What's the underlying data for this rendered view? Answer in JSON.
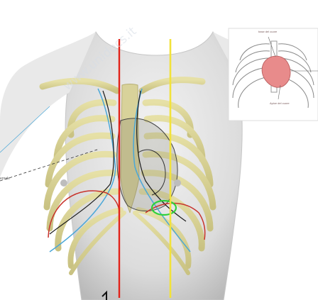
{
  "watermark": "www.unidocs.it",
  "inset": {
    "label_top": "base del cuore",
    "label_bottom": "Apice del cuore"
  },
  "side_label": "ernale",
  "colors": {
    "midline_red": "#e2231a",
    "midclavicular_yellow": "#f2e23a",
    "apex_green": "#2fd13a",
    "heart_pink": "#e88b8b",
    "bone": "#d9d49a",
    "skin": "#e6e6e6"
  }
}
